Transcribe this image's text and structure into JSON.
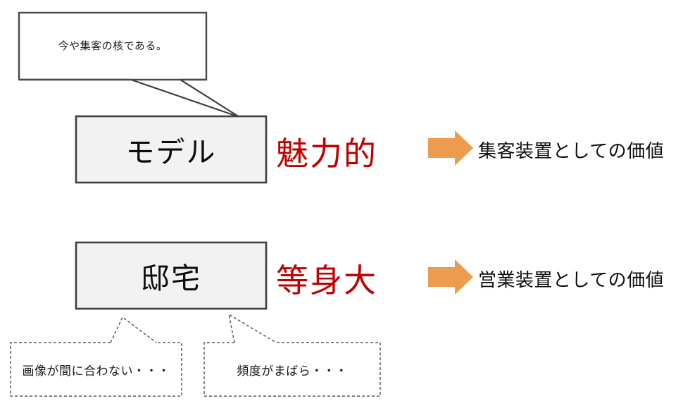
{
  "diagram": {
    "title_bubble": {
      "text": "今や集客の核である。",
      "border_color": "#4a4a4a",
      "fill_color": "#ffffff"
    },
    "rows": [
      {
        "box_label": "モデル",
        "emphasis": "魅力的",
        "emphasis_color": "#C00000",
        "arrow_color": "#ED9C4F",
        "value": "集客装置としての価値"
      },
      {
        "box_label": "邸宅",
        "emphasis": "等身大",
        "emphasis_color": "#C00000",
        "arrow_color": "#ED9C4F",
        "value": "営業装置としての価値"
      }
    ],
    "box_style": {
      "fill": "#F2F2F2",
      "border": "#3F3F3F"
    },
    "notes": [
      {
        "text": "画像が間に合わない・・・",
        "border_color": "#595959"
      },
      {
        "text": "頻度がまばら・・・",
        "border_color": "#595959"
      }
    ]
  }
}
